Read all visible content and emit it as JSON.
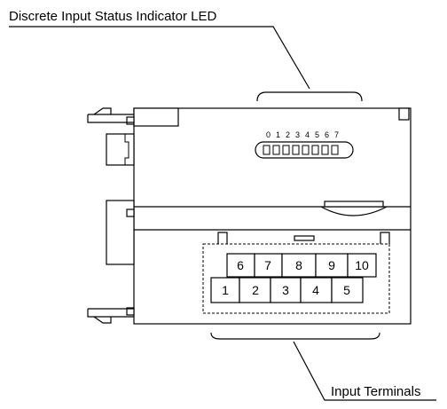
{
  "labels": {
    "top_callout": "Discrete Input Status Indicator LED",
    "bottom_callout": "Input Terminals"
  },
  "led_numbers": [
    "0",
    "1",
    "2",
    "3",
    "4",
    "5",
    "6",
    "7"
  ],
  "terminals": {
    "top_row": [
      "6",
      "7",
      "8",
      "9",
      "10"
    ],
    "bottom_row": [
      "1",
      "2",
      "3",
      "4",
      "5"
    ]
  }
}
